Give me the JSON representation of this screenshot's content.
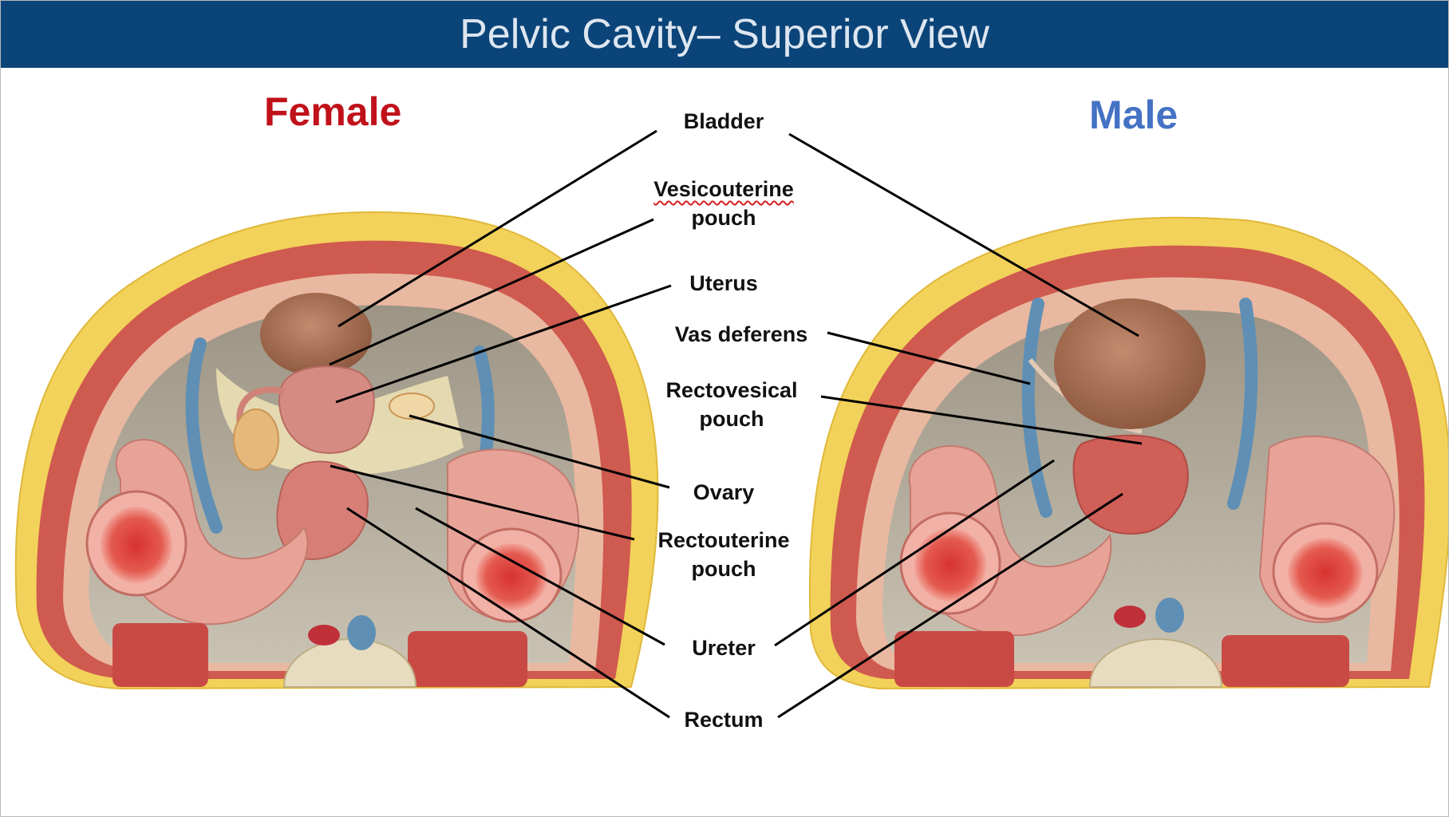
{
  "slide": {
    "title": "Pelvic Cavity– Superior View"
  },
  "panels": {
    "female": {
      "heading": "Female",
      "color": "#c0111a"
    },
    "male": {
      "heading": "Male",
      "color": "#4472c4"
    }
  },
  "labels": {
    "bladder": "Bladder",
    "vesicouterine_line1": "Vesicouterine",
    "vesicouterine_line2": "pouch",
    "uterus": "Uterus",
    "vas_deferens": "Vas deferens",
    "rectovesical_line1": "Rectovesical",
    "rectovesical_line2": "pouch",
    "ovary": "Ovary",
    "rectouterine_line1": "Rectouterine",
    "rectouterine_line2": "pouch",
    "ureter": "Ureter",
    "rectum": "Rectum"
  },
  "colors": {
    "title_bar": "#0b4478",
    "fat": "#f2d25a",
    "muscle": "#cf5a4f",
    "peritoneum": "#cfc6b4",
    "vein": "#5f8fb5",
    "artery": "#c0303a",
    "organ": "#d98a7a",
    "leader_line": "#000000"
  }
}
